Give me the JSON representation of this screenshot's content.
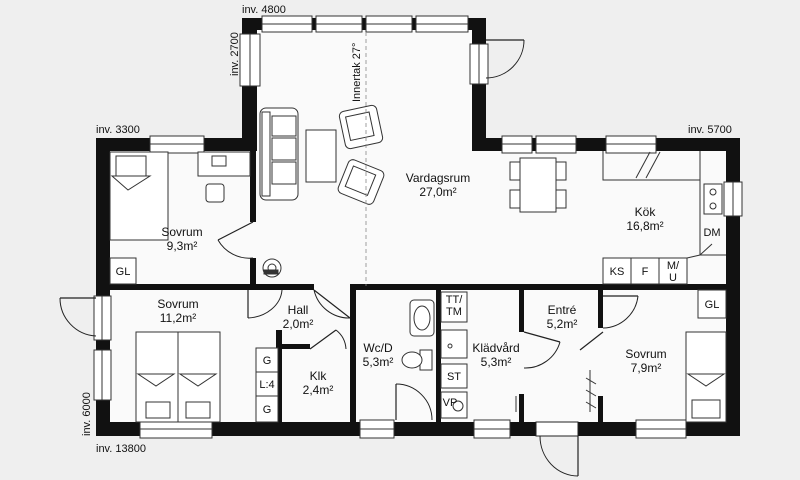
{
  "dimensions": {
    "top": "inv. 4800",
    "left_upper": "inv. 2700",
    "left": "inv. 3300",
    "right": "inv. 5700",
    "left_lower": "inv. 6000",
    "bottom": "inv. 13800"
  },
  "ceiling": "Innertak 27°",
  "rooms": {
    "vardagsrum": {
      "name": "Vardagsrum",
      "area": "27,0m²"
    },
    "kok": {
      "name": "Kök",
      "area": "16,8m²"
    },
    "sovrum1": {
      "name": "Sovrum",
      "area": "9,3m²"
    },
    "sovrum2": {
      "name": "Sovrum",
      "area": "11,2m²"
    },
    "hall": {
      "name": "Hall",
      "area": "2,0m²"
    },
    "klk": {
      "name": "Klk",
      "area": "2,4m²"
    },
    "wcd": {
      "name": "Wc/D",
      "area": "5,3m²"
    },
    "kladvard": {
      "name": "Klädvård",
      "area": "5,3m²"
    },
    "entre": {
      "name": "Entré",
      "area": "5,2m²"
    },
    "sovrum3": {
      "name": "Sovrum",
      "area": "7,9m²"
    }
  },
  "fixtures": {
    "gl": "GL",
    "dm": "DM",
    "ks": "KS",
    "f": "F",
    "mu_top": "M/",
    "mu_bottom": "U",
    "tt": "TT/",
    "tm": "TM",
    "st": "ST",
    "vp": "VP",
    "g": "G",
    "l4": "L:4"
  },
  "colors": {
    "background": "#efefef",
    "wall": "#111111"
  }
}
